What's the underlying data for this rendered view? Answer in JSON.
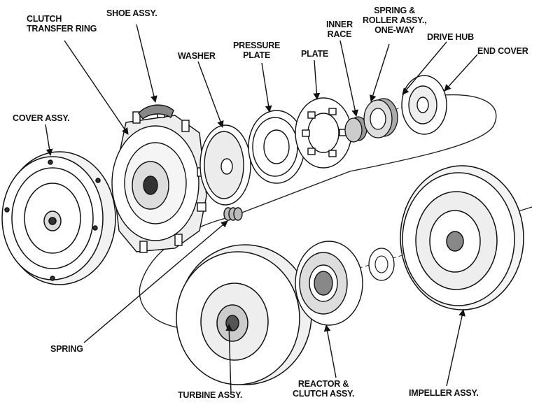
{
  "labels": {
    "clutch_transfer_ring": "CLUTCH\nTRANSFER RING",
    "shoe_assy": "SHOE ASSY.",
    "washer": "WASHER",
    "pressure_plate": "PRESSURE\nPLATE",
    "plate": "PLATE",
    "inner_race": "INNER\nRACE",
    "spring_roller": "SPRING &\nROLLER ASSY.,\nONE-WAY",
    "drive_hub": "DRIVE HUB",
    "end_cover": "END COVER",
    "cover_assy": "COVER ASSY.",
    "spring": "SPRING",
    "turbine_assy": "TURBINE ASSY.",
    "reactor_clutch": "REACTOR &\nCLUTCH ASSY.",
    "impeller_assy": "IMPELLER ASSY."
  }
}
